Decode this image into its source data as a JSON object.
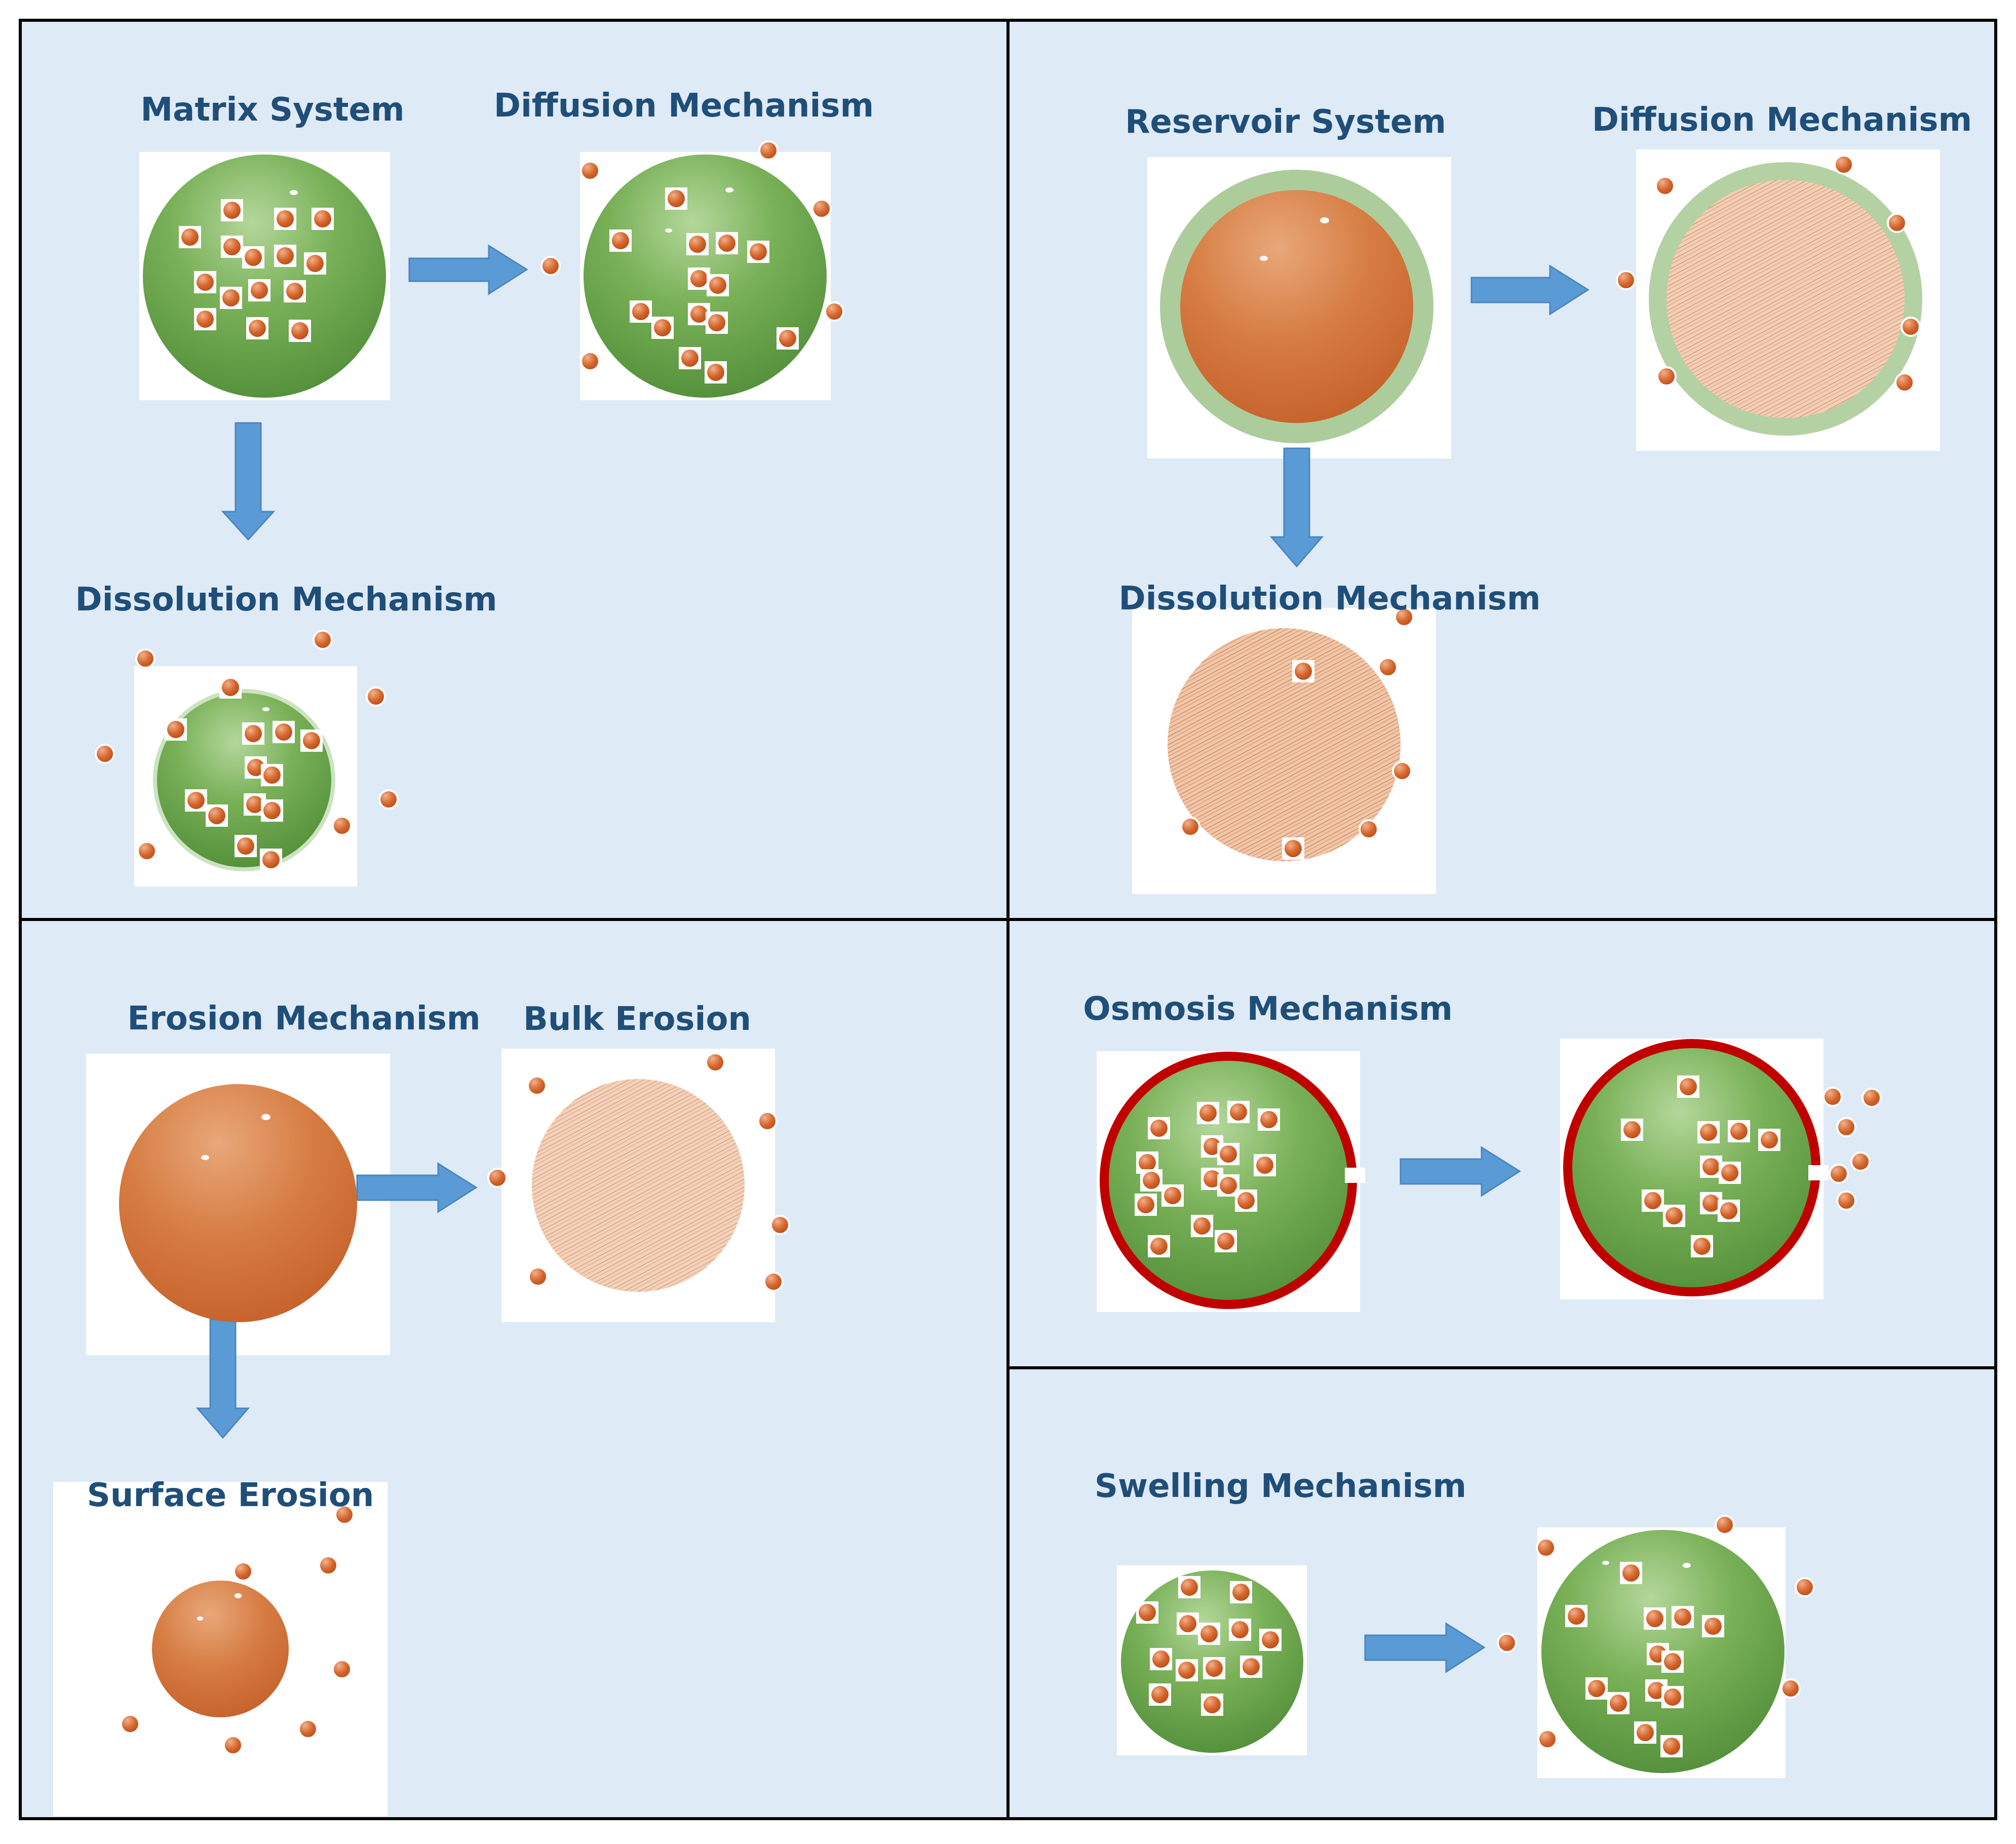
{
  "titles": {
    "matrix_system": "Matrix System",
    "matrix_diffusion": "Diffusion Mechanism",
    "matrix_dissolution": "Dissolution Mechanism",
    "reservoir_system": "Reservoir System",
    "reservoir_diffusion": "Diffusion Mechanism",
    "reservoir_dissolution": "Dissolution Mechanism",
    "erosion": "Erosion Mechanism",
    "bulk_erosion": "Bulk Erosion",
    "surface_erosion": "Surface Erosion",
    "osmosis": "Osmosis Mechanism",
    "swelling": "Swelling Mechanism"
  },
  "colors": {
    "panel_background": "#deeaf6",
    "title_text": "#1f4e79",
    "arrow": "#5b9bd5",
    "matrix_green": "#6aa34a",
    "reservoir_orange": "#cf6a2d",
    "drug_particle": "#d4642a",
    "osmotic_membrane": "#c00000",
    "grid_lines": "#000000"
  }
}
